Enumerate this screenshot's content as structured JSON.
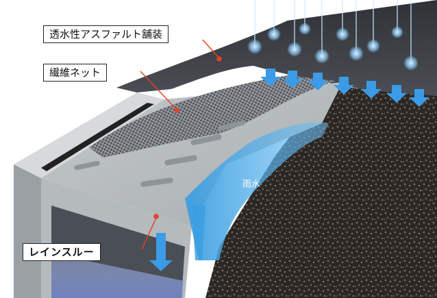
{
  "labels": {
    "asphalt": "透水性アスファルト舗装",
    "net": "繊維ネット",
    "rain_through": "レインスルー",
    "rain": "雨水"
  },
  "colors": {
    "leader_line": "#e0442a",
    "water": "#4aa8e8",
    "concrete": "#c9cdcf",
    "asphalt": "#3d4046",
    "gravel": "#2a2624"
  }
}
